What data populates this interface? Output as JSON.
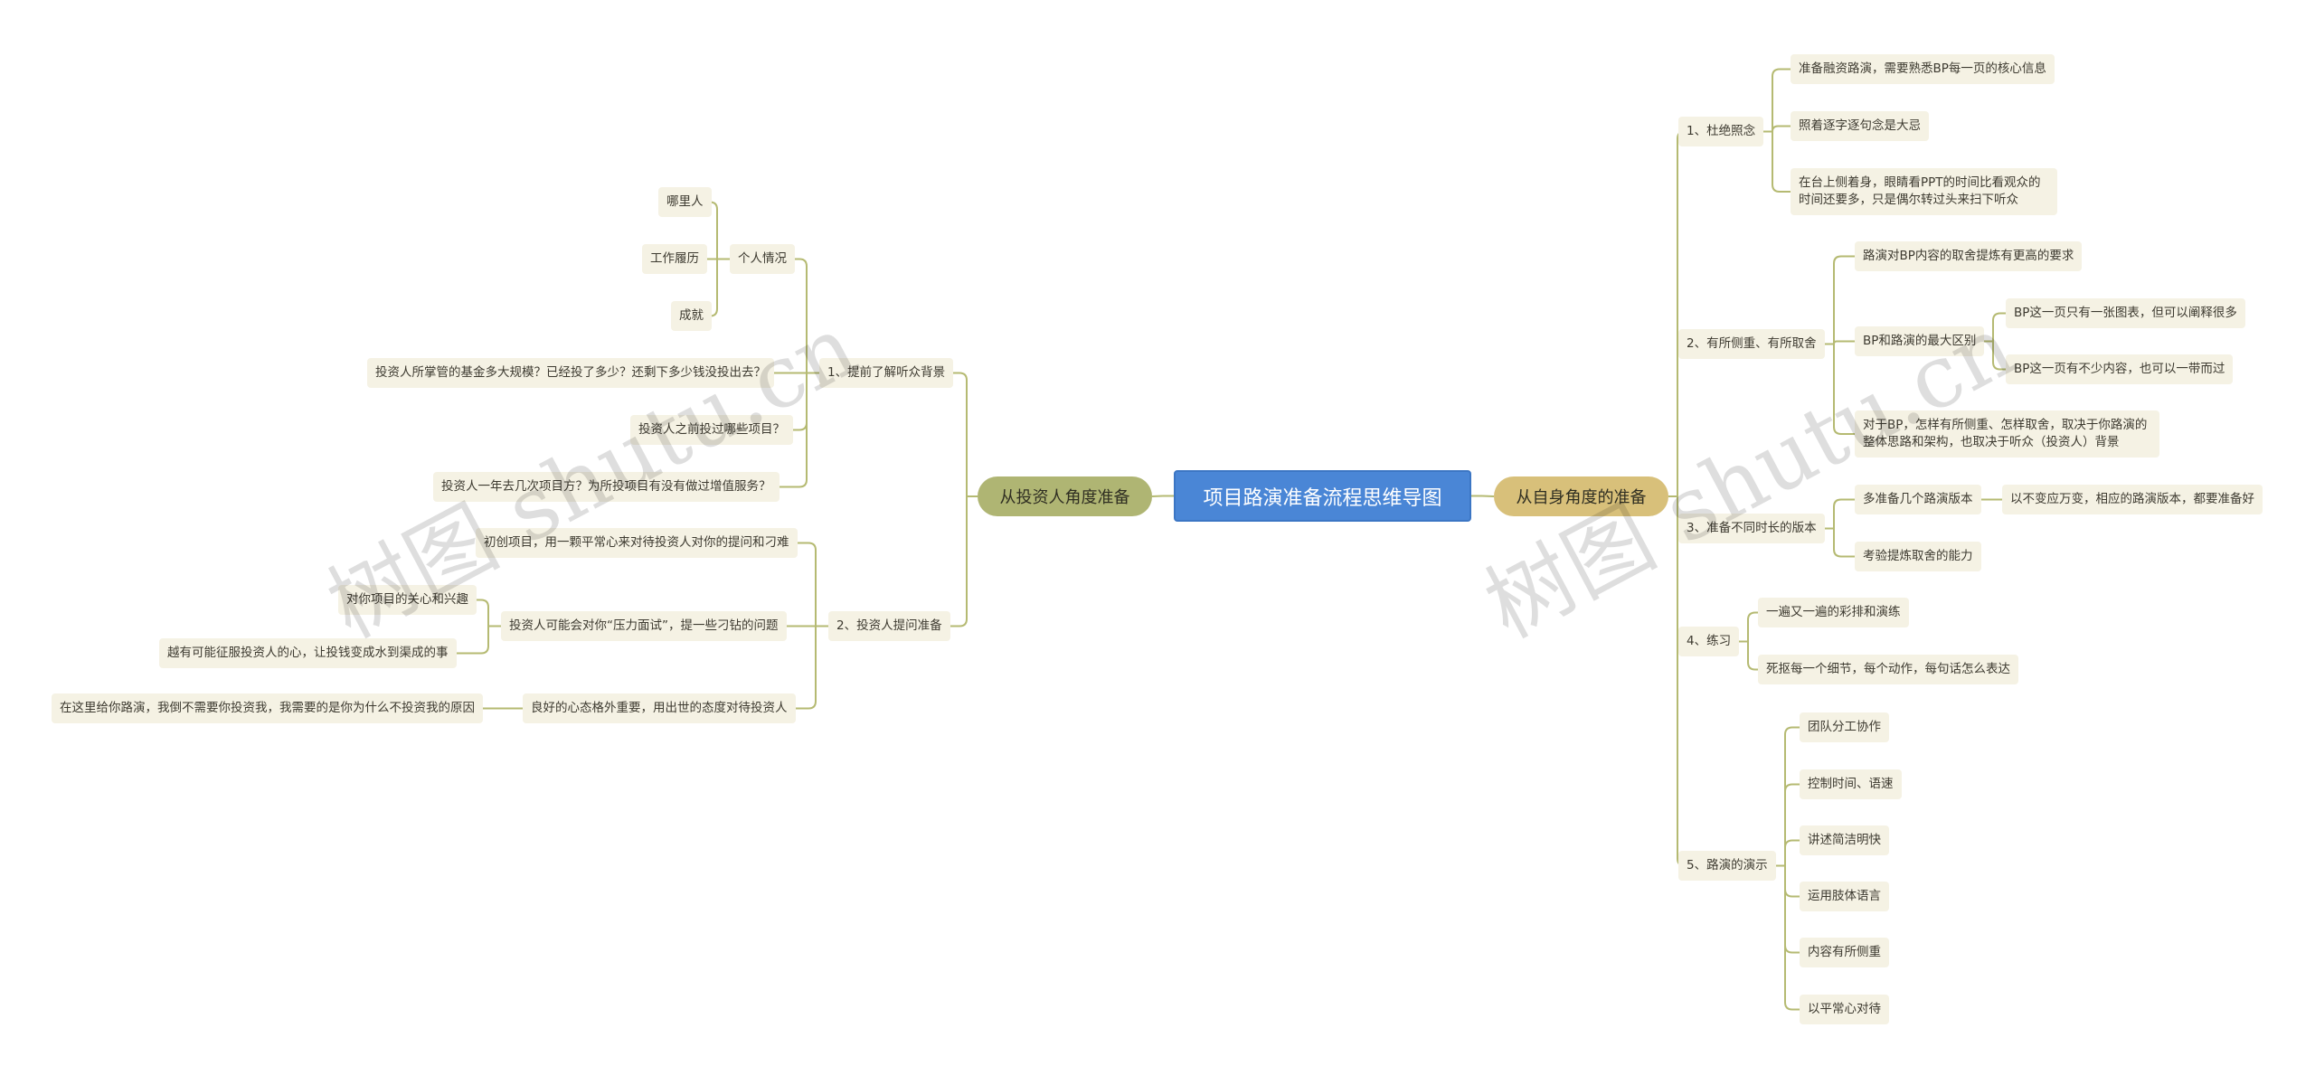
{
  "root": "项目路演准备流程思维导图",
  "left": {
    "label": "从投资人角度准备",
    "b1": {
      "label": "1、提前了解听众背景",
      "personal": {
        "label": "个人情况",
        "items": [
          "哪里人",
          "工作履历",
          "成就"
        ]
      },
      "q1": "投资人所掌管的基金多大规模？已经投了多少？还剩下多少钱没投出去？",
      "q2": "投资人之前投过哪些项目？",
      "q3": "投资人一年去几次项目方？为所投项目有没有做过增值服务？"
    },
    "b2": {
      "label": "2、投资人提问准备",
      "c1": "初创项目，用一颗平常心来对待投资人对你的提问和刁难",
      "c2": {
        "label": "投资人可能会对你“压力面试”，提一些刁钻的问题",
        "items": [
          "对你项目的关心和兴趣",
          "越有可能征服投资人的心，让投钱变成水到渠成的事"
        ]
      },
      "c3": {
        "label": "良好的心态格外重要，用出世的态度对待投资人",
        "item": "在这里给你路演，我倒不需要你投资我，我需要的是你为什么不投资我的原因"
      }
    }
  },
  "right": {
    "label": "从自身角度的准备",
    "r1": {
      "label": "1、杜绝照念",
      "items": [
        "准备融资路演，需要熟悉BP每一页的核心信息",
        "照着逐字逐句念是大忌",
        "在台上侧着身，眼睛看PPT的时间比看观众的时间还要多，只是偶尔转过头来扫下听众"
      ]
    },
    "r2": {
      "label": "2、有所侧重、有所取舍",
      "item1": "路演对BP内容的取舍提炼有更高的要求",
      "diff": {
        "label": "BP和路演的最大区别",
        "items": [
          "BP这一页只有一张图表，但可以阐释很多",
          "BP这一页有不少内容，也可以一带而过"
        ]
      },
      "item3": "对于BP，怎样有所侧重、怎样取舍，取决于你路演的整体思路和架构，也取决于听众（投资人）背景"
    },
    "r3": {
      "label": "3、准备不同时长的版本",
      "multi": {
        "label": "多准备几个路演版本",
        "item": "以不变应万变，相应的路演版本，都要准备好"
      },
      "item2": "考验提炼取舍的能力"
    },
    "r4": {
      "label": "4、练习",
      "items": [
        "一遍又一遍的彩排和演练",
        "死抠每一个细节，每个动作，每句话怎么表达"
      ]
    },
    "r5": {
      "label": "5、路演的演示",
      "items": [
        "团队分工协作",
        "控制时间、语速",
        "讲述简洁明快",
        "运用肢体语言",
        "内容有所侧重",
        "以平常心对待"
      ]
    }
  },
  "watermark": "树图 shutu.cn",
  "colors": {
    "root_bg": "#4a86d6",
    "left_branch_bg": "#afb573",
    "right_branch_bg": "#d8c07a",
    "node_bg": "#f5f2e4",
    "line": "#b5ba72"
  }
}
